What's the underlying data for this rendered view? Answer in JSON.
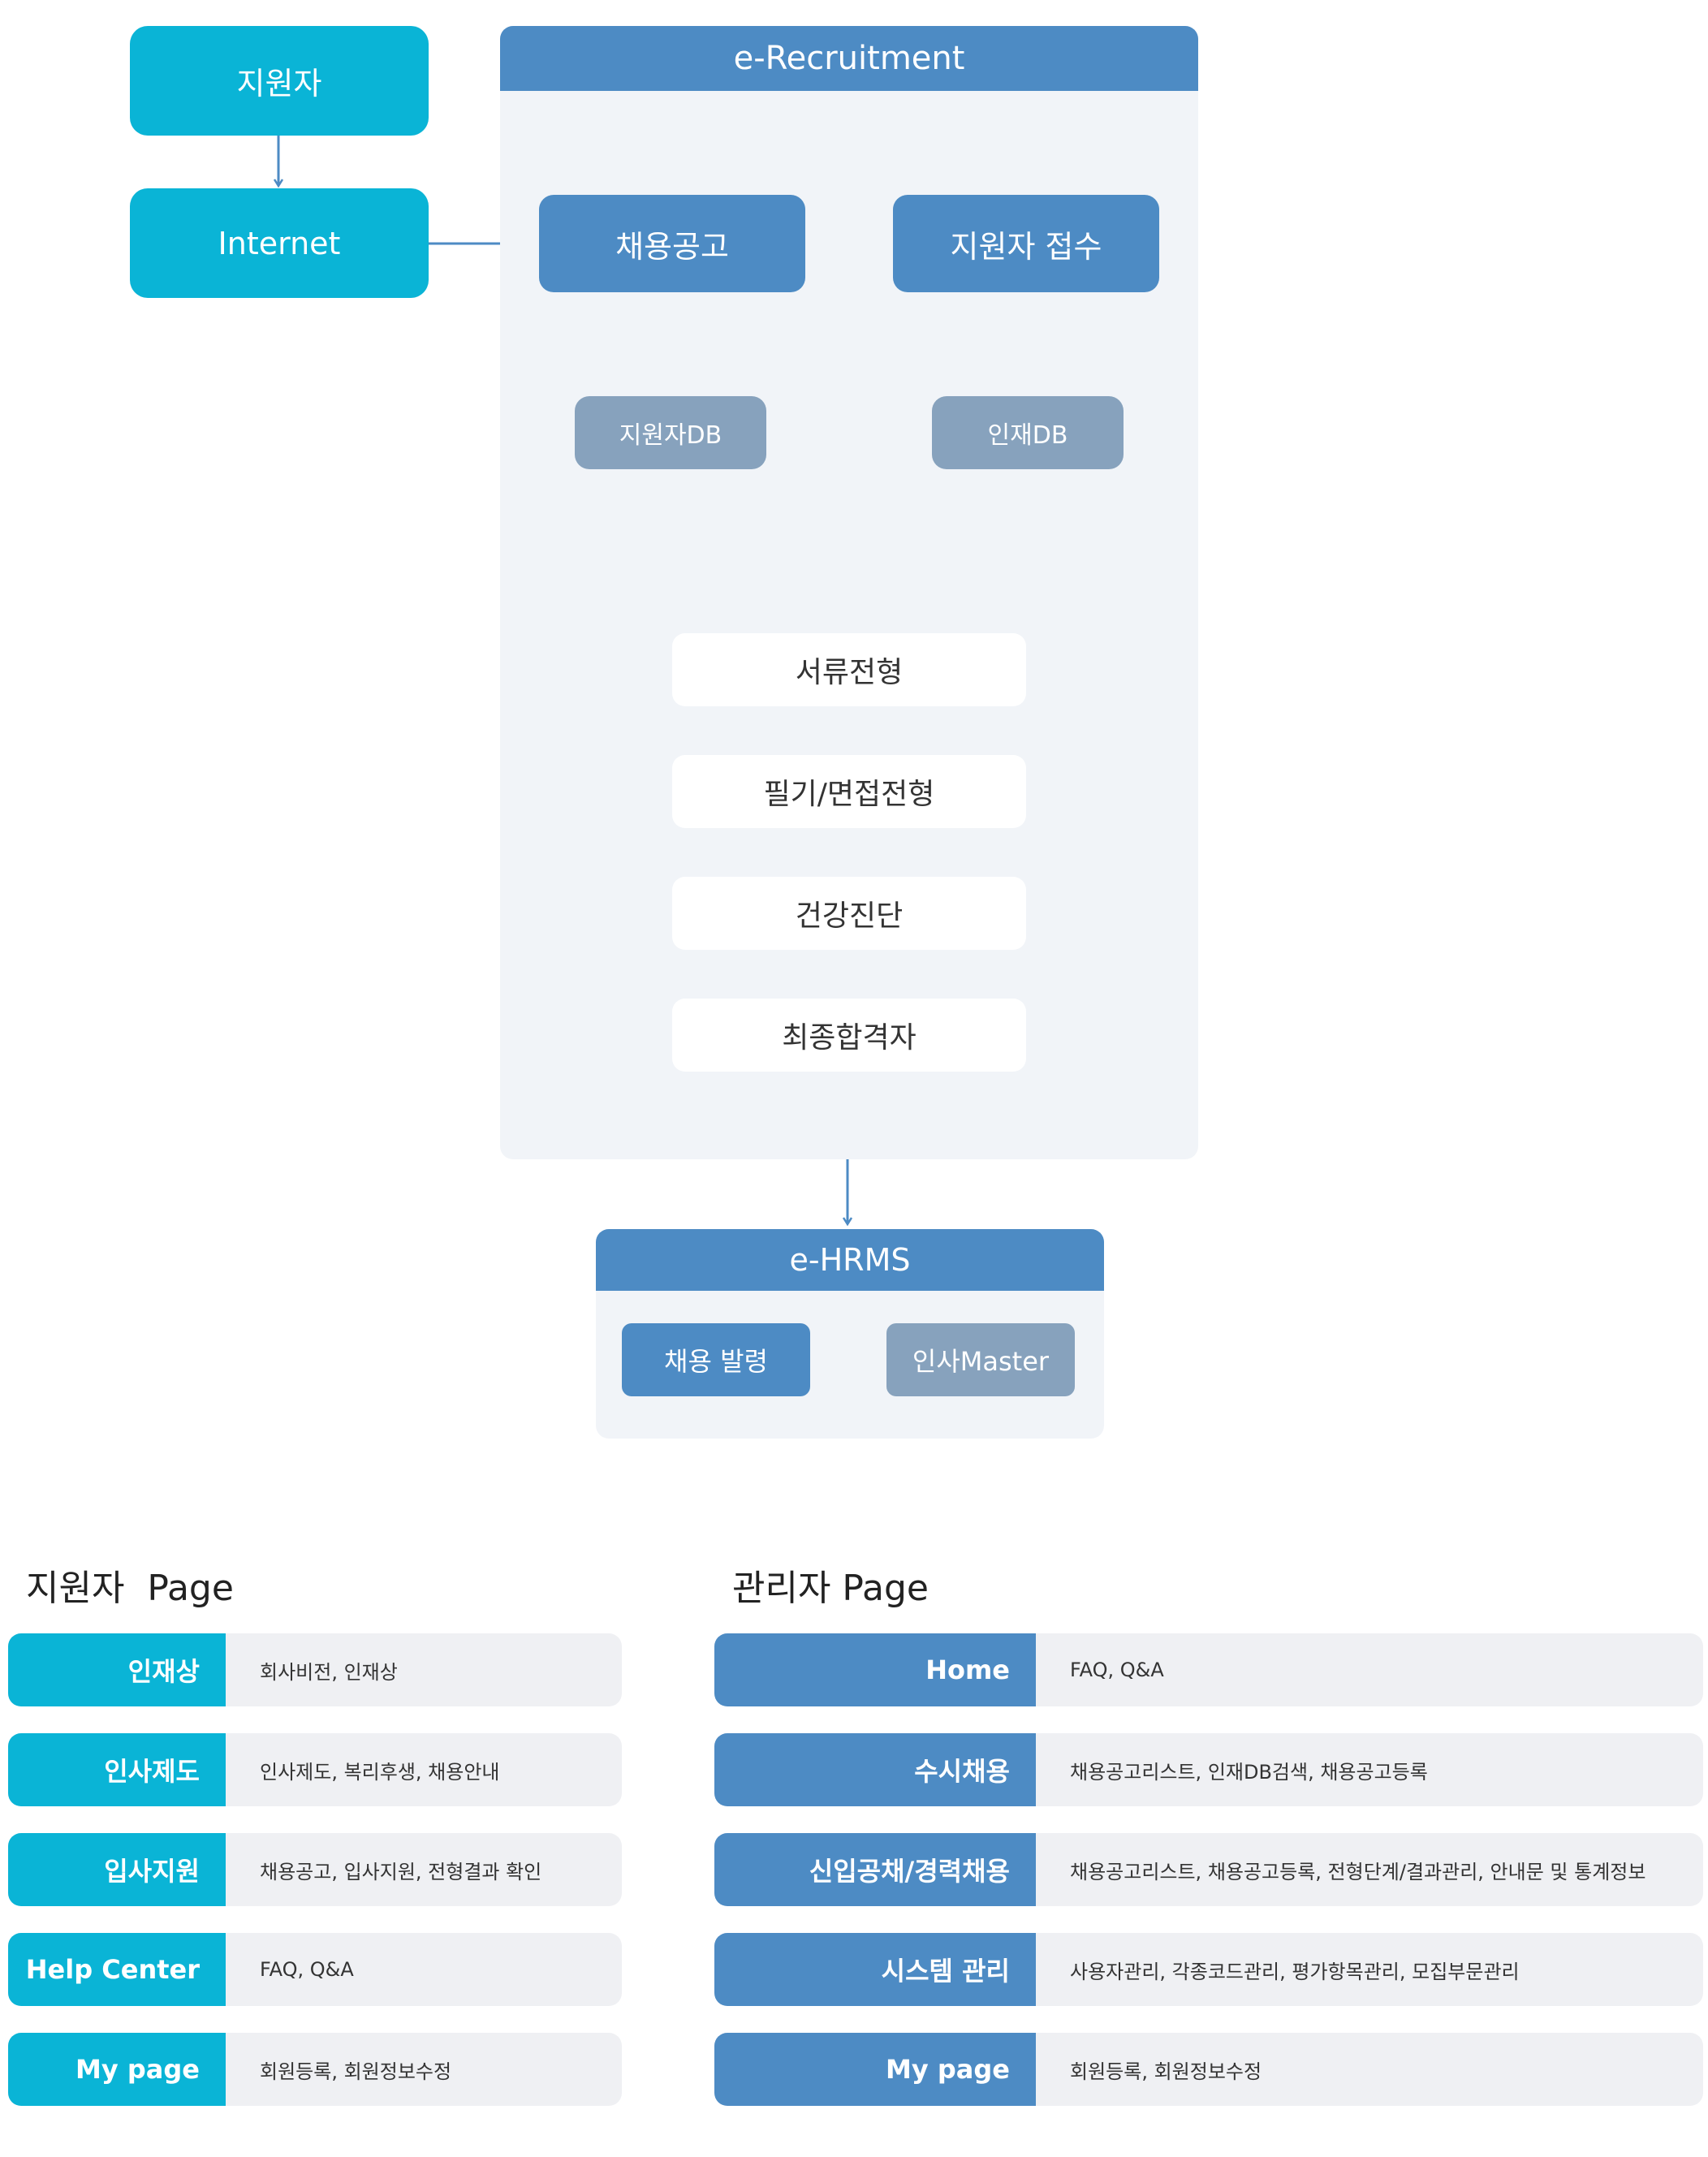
{
  "flow": {
    "applicant": "지원자",
    "internet": "Internet",
    "recruit_title": "e-Recruitment",
    "job_posting": "채용공고",
    "application_receipt": "지원자 접수",
    "applicant_db": "지원자DB",
    "talent_db": "인재DB",
    "steps": [
      "서류전형",
      "필기/면접전형",
      "건강진단",
      "최종합격자"
    ],
    "hrms_title": "e-HRMS",
    "appointment": "채용 발령",
    "hr_master": "인사Master"
  },
  "applicant_page": {
    "title": "지원자  Page",
    "rows": [
      {
        "label": "인재상",
        "desc": "회사비전, 인재상"
      },
      {
        "label": "인사제도",
        "desc": "인사제도, 복리후생, 채용안내"
      },
      {
        "label": "입사지원",
        "desc": "채용공고, 입사지원, 전형결과 확인"
      },
      {
        "label": "Help Center",
        "desc": "FAQ, Q&A"
      },
      {
        "label": "My page",
        "desc": "회원등록, 회원정보수정"
      }
    ]
  },
  "admin_page": {
    "title": "관리자 Page",
    "rows": [
      {
        "label": "Home",
        "desc": "FAQ, Q&A"
      },
      {
        "label": "수시채용",
        "desc": "채용공고리스트, 인재DB검색, 채용공고등록"
      },
      {
        "label": "신입공채/경력채용",
        "desc": "채용공고리스트, 채용공고등록, 전형단계/결과관리, 안내문 및 통계정보"
      },
      {
        "label": "시스템 관리",
        "desc": "사용자관리, 각종코드관리, 평가항목관리, 모집부문관리"
      },
      {
        "label": "My page",
        "desc": "회원등록, 회원정보수정"
      }
    ]
  },
  "colors": {
    "cyan": "#0ab4d6",
    "blue": "#4d8bc4",
    "grey": "#87a2bd",
    "panel": "#f1f4f8"
  }
}
